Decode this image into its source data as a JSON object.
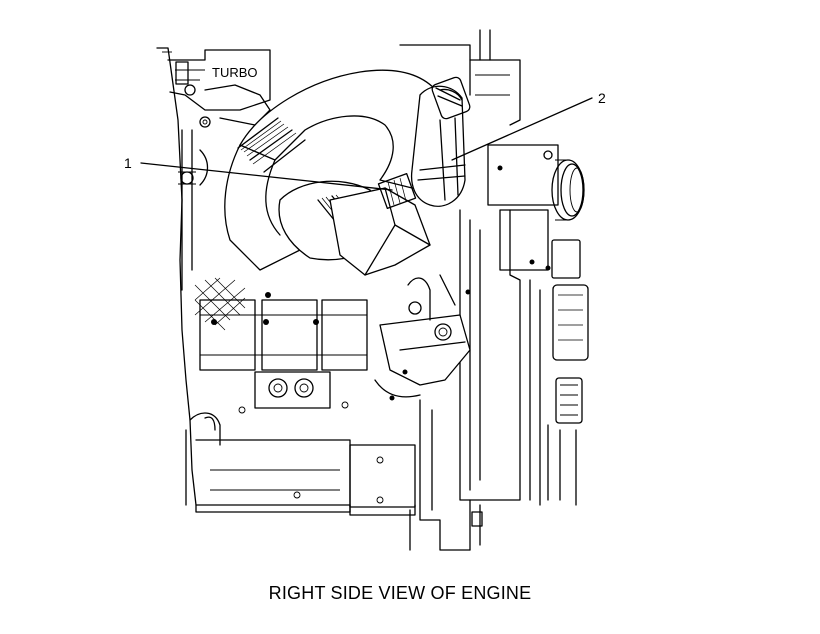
{
  "diagram": {
    "caption": "RIGHT SIDE VIEW OF ENGINE",
    "component_label": "TURBO",
    "callouts": [
      {
        "number": "1"
      },
      {
        "number": "2"
      }
    ]
  },
  "colors": {
    "line": "#000000",
    "background": "#ffffff"
  }
}
